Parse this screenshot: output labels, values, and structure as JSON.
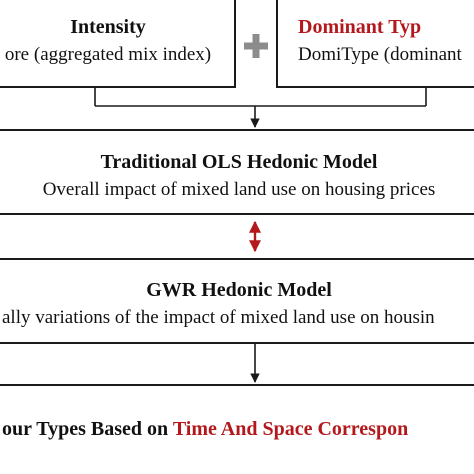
{
  "nodes": {
    "intensity": {
      "title": "Intensity",
      "subtitle": "ore (aggregated mix index)"
    },
    "dominant": {
      "title": "Dominant Typ",
      "subtitle": "DomiType (dominant"
    },
    "ols": {
      "title": "Traditional OLS Hedonic Model",
      "subtitle": "Overall impact of mixed land use on housing prices"
    },
    "gwr": {
      "title": "GWR Hedonic Model",
      "subtitle": "ally variations of the impact of mixed land use on housin"
    },
    "types": {
      "title_prefix": "our Types Based on ",
      "title_highlight": "Time And Space Correspon"
    }
  },
  "colors": {
    "accent_red": "#b3191c",
    "plus_gray": "#8c8c8c",
    "border": "#1a1a1a"
  },
  "icons": {
    "plus": "plus-icon",
    "arrow_down": "arrow-down-icon",
    "double_arrow": "double-arrow-icon"
  }
}
